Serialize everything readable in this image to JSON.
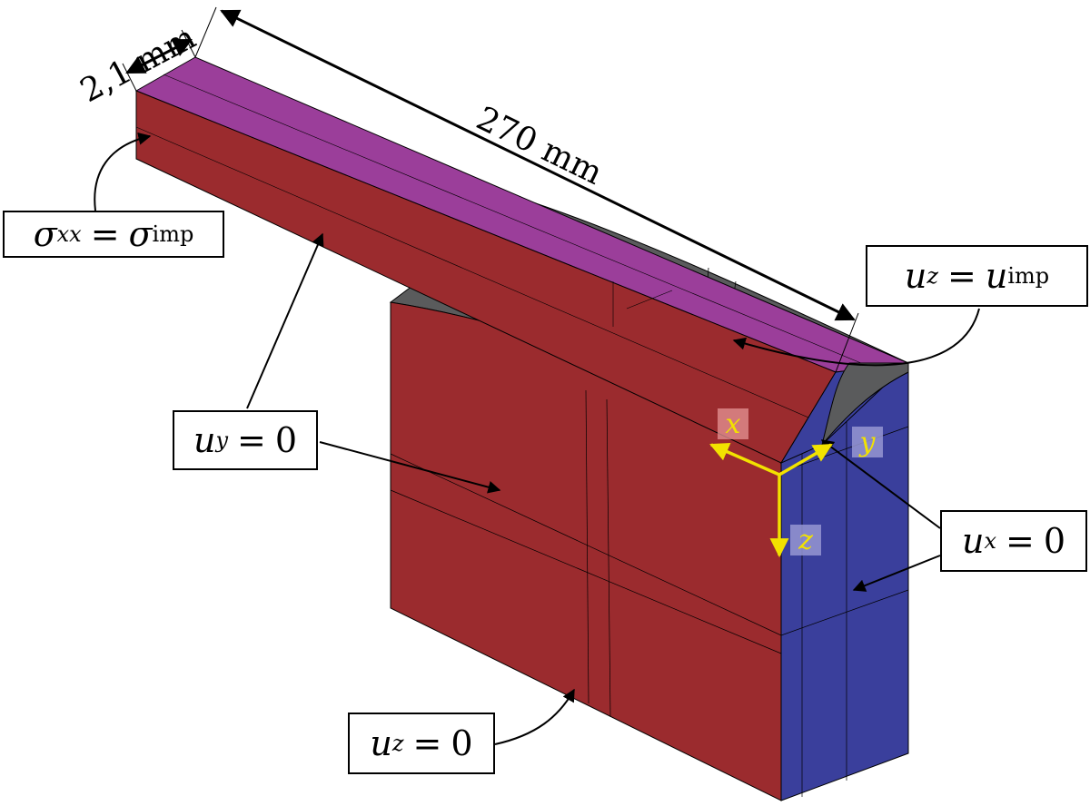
{
  "dimensions": {
    "width_label": "2,1 mm",
    "length_label": "270 mm"
  },
  "labels": {
    "sigma": {
      "lhs": "σ",
      "lhs_sub": "xx",
      "eq": "=",
      "rhs": "σ",
      "rhs_sup": "imp"
    },
    "uz_imp": {
      "lhs": "u",
      "lhs_sub": "z",
      "eq": "=",
      "rhs": "u",
      "rhs_sup": "imp"
    },
    "uy": {
      "lhs": "u",
      "lhs_sub": "y",
      "eq": "=",
      "rhs": "0"
    },
    "ux": {
      "lhs": "u",
      "lhs_sub": "x",
      "eq": "=",
      "rhs": "0"
    },
    "uz": {
      "lhs": "u",
      "lhs_sub": "z",
      "eq": "=",
      "rhs": "0"
    }
  },
  "axes": {
    "x": "x",
    "y": "y",
    "z": "z"
  },
  "colors": {
    "red_face": "#9b2b2e",
    "magenta_face": "#9b3e9a",
    "blue_face": "#3a3f9c",
    "gray_face": "#5a5b5c",
    "axis_yellow": "#f2e200",
    "line": "#000000"
  }
}
